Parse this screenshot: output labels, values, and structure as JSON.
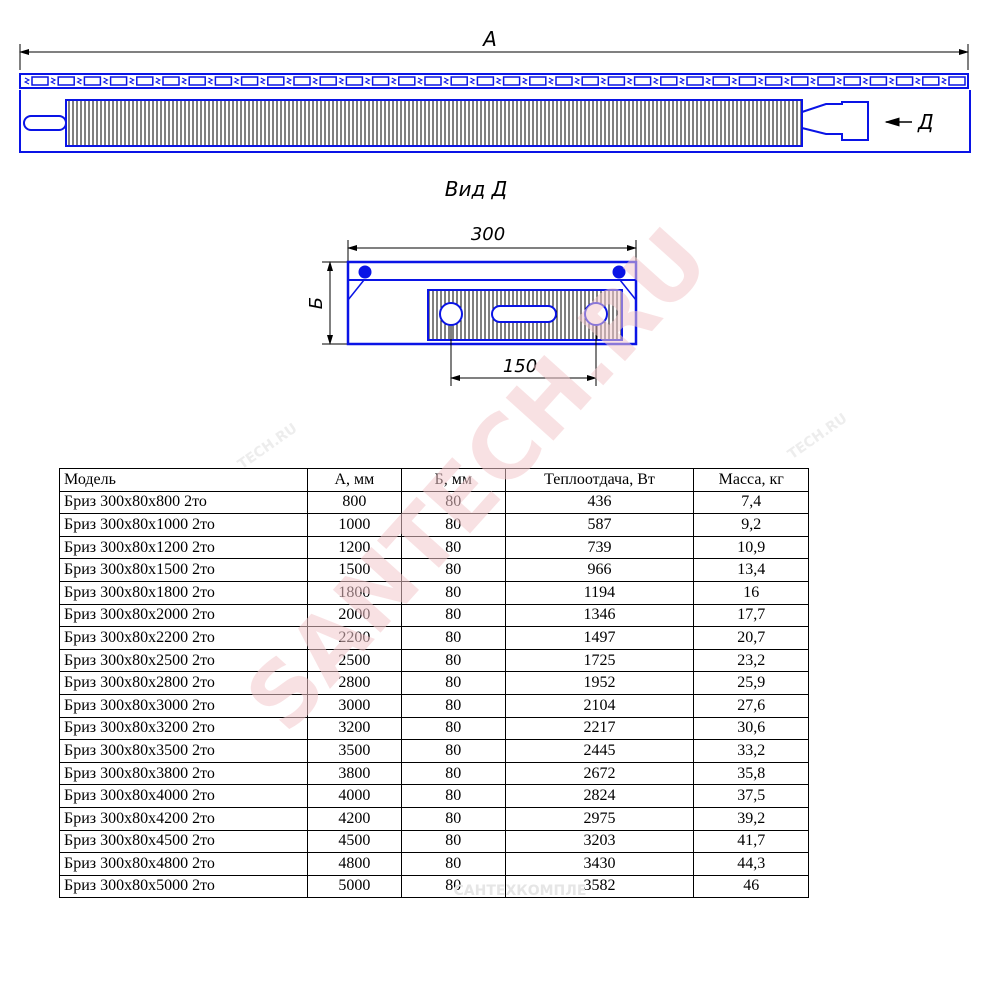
{
  "drawing": {
    "dim_a": "А",
    "arrow_label": "Д",
    "view_title": "Вид Д",
    "dim_width": "300",
    "dim_height": "Б",
    "dim_spacing": "150"
  },
  "watermark": {
    "main": "SANTECH.RU",
    "bottom": "САНТЕХКОМПЛЕ",
    "small": "TECH.RU"
  },
  "colors": {
    "drawing_blue": "#0a14e6",
    "watermark_red": "#f4c9cd"
  },
  "table": {
    "headers": [
      "Модель",
      "А, мм",
      "Б, мм",
      "Теплоотдача, Вт",
      "Масса, кг"
    ],
    "rows": [
      [
        "Бриз 300x80x800 2то",
        "800",
        "80",
        "436",
        "7,4"
      ],
      [
        "Бриз 300x80x1000 2то",
        "1000",
        "80",
        "587",
        "9,2"
      ],
      [
        "Бриз 300x80x1200 2то",
        "1200",
        "80",
        "739",
        "10,9"
      ],
      [
        "Бриз 300x80x1500 2то",
        "1500",
        "80",
        "966",
        "13,4"
      ],
      [
        "Бриз 300x80x1800 2то",
        "1800",
        "80",
        "1194",
        "16"
      ],
      [
        "Бриз 300x80x2000 2то",
        "2000",
        "80",
        "1346",
        "17,7"
      ],
      [
        "Бриз 300x80x2200 2то",
        "2200",
        "80",
        "1497",
        "20,7"
      ],
      [
        "Бриз 300x80x2500 2то",
        "2500",
        "80",
        "1725",
        "23,2"
      ],
      [
        "Бриз 300x80x2800 2то",
        "2800",
        "80",
        "1952",
        "25,9"
      ],
      [
        "Бриз 300x80x3000 2то",
        "3000",
        "80",
        "2104",
        "27,6"
      ],
      [
        "Бриз 300x80x3200 2то",
        "3200",
        "80",
        "2217",
        "30,6"
      ],
      [
        "Бриз 300x80x3500 2то",
        "3500",
        "80",
        "2445",
        "33,2"
      ],
      [
        "Бриз 300x80x3800 2то",
        "3800",
        "80",
        "2672",
        "35,8"
      ],
      [
        "Бриз 300x80x4000 2то",
        "4000",
        "80",
        "2824",
        "37,5"
      ],
      [
        "Бриз 300x80x4200 2то",
        "4200",
        "80",
        "2975",
        "39,2"
      ],
      [
        "Бриз 300x80x4500 2то",
        "4500",
        "80",
        "3203",
        "41,7"
      ],
      [
        "Бриз 300x80x4800 2то",
        "4800",
        "80",
        "3430",
        "44,3"
      ],
      [
        "Бриз 300x80x5000 2то",
        "5000",
        "80",
        "3582",
        "46"
      ]
    ]
  }
}
